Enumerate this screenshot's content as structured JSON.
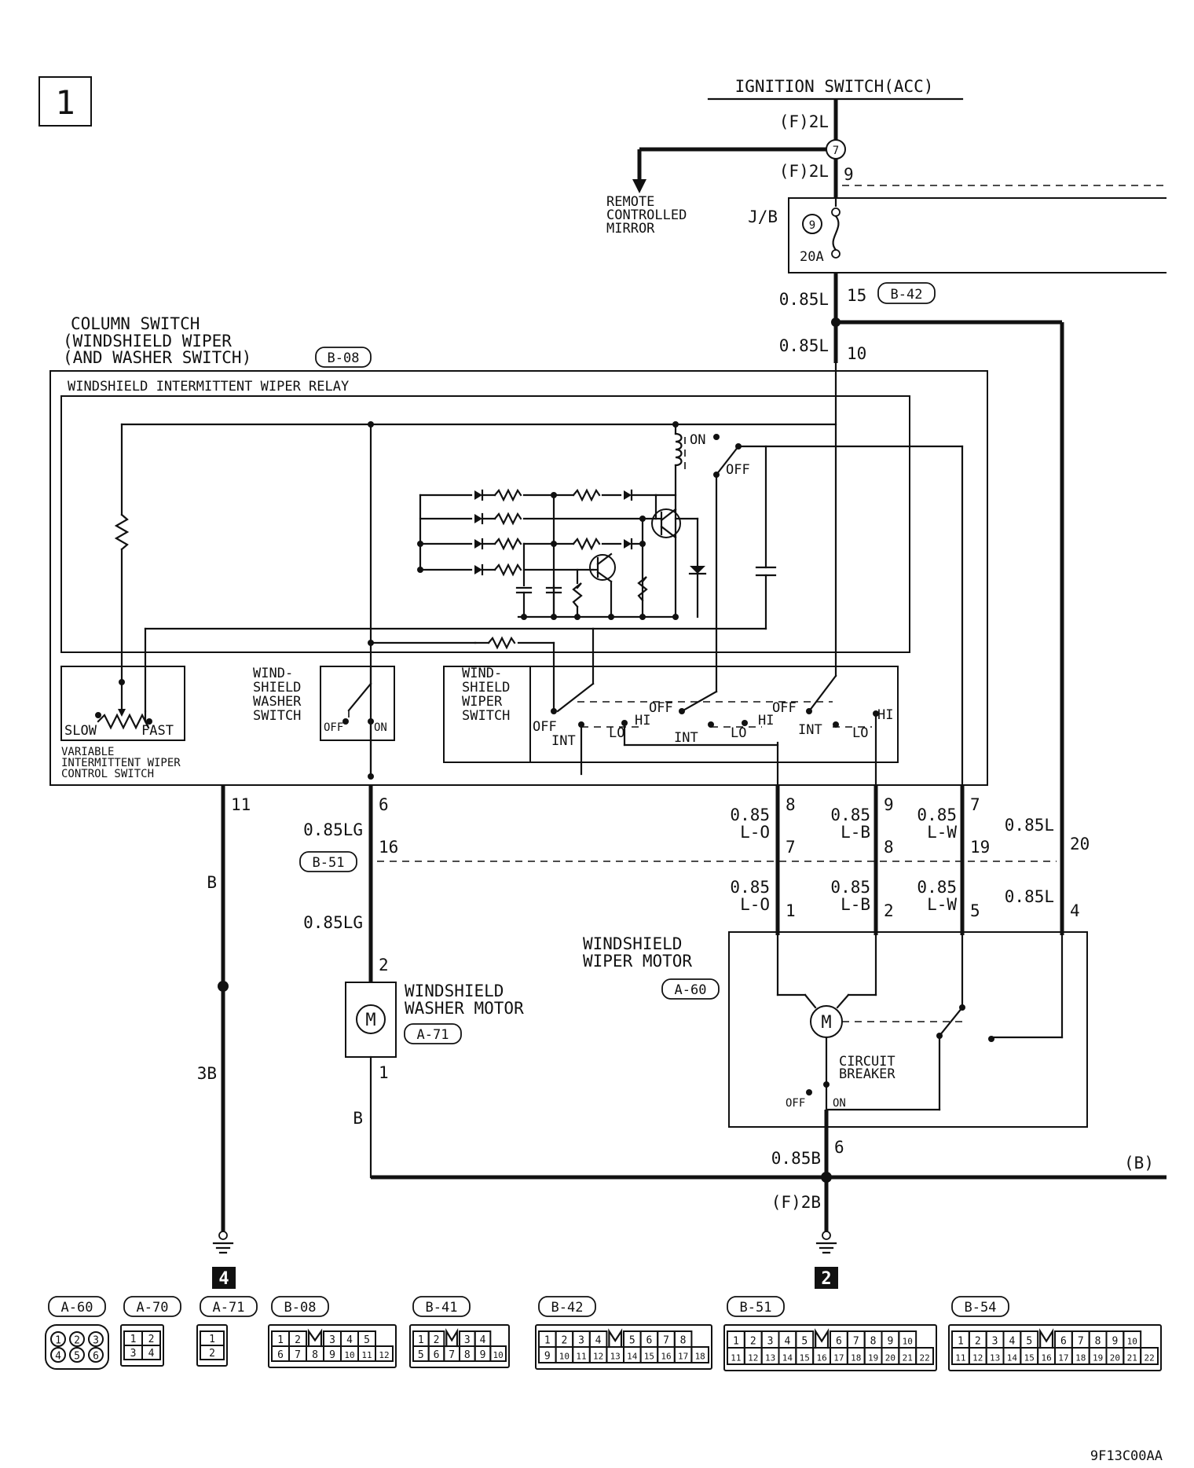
{
  "page_number": "1",
  "figure_code": "9F13C00AA",
  "ignition": {
    "label": "IGNITION SWITCH(ACC)",
    "wire1": "(F)2L",
    "junction": "7",
    "wire2": "(F)2L",
    "pin": "9",
    "branch_label": [
      "REMOTE",
      "CONTROLLED",
      "MIRROR"
    ]
  },
  "jb": {
    "label": "J/B",
    "fuse_number": "9",
    "fuse_rating": "20A",
    "wire_out": "0.85L",
    "pin_out": "15",
    "connector": "B-42"
  },
  "column_switch": {
    "title": [
      "COLUMN SWITCH",
      "(WINDSHIELD WIPER",
      "(AND WASHER SWITCH)"
    ],
    "connector": "B-08",
    "wire_in": "0.85L",
    "pin_in": "10",
    "relay_label": "WINDSHIELD INTERMITTENT WIPER RELAY",
    "relay_on": "ON",
    "relay_off": "OFF",
    "variable_switch": {
      "label": [
        "VARIABLE",
        "INTERMITTENT WIPER",
        "CONTROL SWITCH"
      ],
      "slow": "SLOW",
      "fast": "FAST"
    },
    "washer_switch": {
      "label": [
        "WIND-",
        "SHIELD",
        "WASHER",
        "SWITCH"
      ],
      "off": "OFF",
      "on": "ON"
    },
    "wiper_switch": {
      "label": [
        "WIND-",
        "SHIELD",
        "WIPER",
        "SWITCH"
      ],
      "positions": [
        "OFF",
        "INT",
        "LO",
        "HI"
      ]
    }
  },
  "wires": {
    "w11": {
      "pin": "11",
      "upper": "B",
      "lower": "3B",
      "ground": "4"
    },
    "w6": {
      "pin": "6",
      "color": "0.85LG",
      "b51_pin": "16",
      "lower": "0.85LG"
    },
    "b51": "B-51",
    "w8": {
      "pin_top": "8",
      "color": [
        "0.85",
        "L-O"
      ],
      "b51_pin": "7",
      "color2": [
        "0.85",
        "L-O"
      ],
      "motor_pin": "1"
    },
    "w9": {
      "pin_top": "9",
      "color": [
        "0.85",
        "L-B"
      ],
      "b51_pin": "8",
      "color2": [
        "0.85",
        "L-B"
      ],
      "motor_pin": "2"
    },
    "w7": {
      "pin_top": "7",
      "color": [
        "0.85",
        "L-W"
      ],
      "b51_pin": "19",
      "color2": [
        "0.85",
        "L-W"
      ],
      "motor_pin": "5"
    },
    "w20": {
      "color": "0.85L",
      "b51_pin": "20",
      "color2": "0.85L",
      "motor_pin": "4"
    }
  },
  "washer_motor": {
    "label": [
      "WINDSHIELD",
      "WASHER MOTOR"
    ],
    "connector": "A-71",
    "pin_top": "2",
    "pin_bottom": "1",
    "wire_out": "B",
    "symbol": "M"
  },
  "wiper_motor": {
    "label": [
      "WINDSHIELD",
      "WIPER MOTOR"
    ],
    "connector": "A-60",
    "symbol": "M",
    "breaker": [
      "CIRCUIT",
      "BREAKER"
    ],
    "off": "OFF",
    "on": "ON",
    "pin_out": "6",
    "wire_out": "0.85B",
    "ground_wire": "(F)2B",
    "branch": "(B)",
    "ground": "2"
  },
  "connectors": [
    {
      "name": "A-60",
      "rows": [
        [
          "1",
          "2",
          "3"
        ],
        [
          "4",
          "5",
          "6"
        ]
      ]
    },
    {
      "name": "A-70",
      "rows": [
        [
          "1",
          "2"
        ],
        [
          "3",
          "4"
        ]
      ]
    },
    {
      "name": "A-71",
      "rows": [
        [
          "1"
        ],
        [
          "2"
        ]
      ]
    },
    {
      "name": "B-08",
      "rows": [
        [
          "1",
          "2",
          "",
          "3",
          "4",
          "5"
        ],
        [
          "6",
          "7",
          "8",
          "9",
          "10",
          "11",
          "12"
        ]
      ]
    },
    {
      "name": "B-41",
      "rows": [
        [
          "1",
          "2",
          "",
          "3",
          "4"
        ],
        [
          "5",
          "6",
          "7",
          "8",
          "9",
          "10"
        ]
      ]
    },
    {
      "name": "B-42",
      "rows": [
        [
          "1",
          "2",
          "3",
          "4",
          "",
          "5",
          "6",
          "7",
          "8"
        ],
        [
          "9",
          "10",
          "11",
          "12",
          "13",
          "14",
          "15",
          "16",
          "17",
          "18"
        ]
      ]
    },
    {
      "name": "B-51",
      "rows": [
        [
          "1",
          "2",
          "3",
          "4",
          "5",
          "",
          "6",
          "7",
          "8",
          "9",
          "10"
        ],
        [
          "11",
          "12",
          "13",
          "14",
          "15",
          "16",
          "17",
          "18",
          "19",
          "20",
          "21",
          "22"
        ]
      ]
    },
    {
      "name": "B-54",
      "rows": [
        [
          "1",
          "2",
          "3",
          "4",
          "5",
          "",
          "6",
          "7",
          "8",
          "9",
          "10"
        ],
        [
          "11",
          "12",
          "13",
          "14",
          "15",
          "16",
          "17",
          "18",
          "19",
          "20",
          "21",
          "22"
        ]
      ]
    }
  ]
}
